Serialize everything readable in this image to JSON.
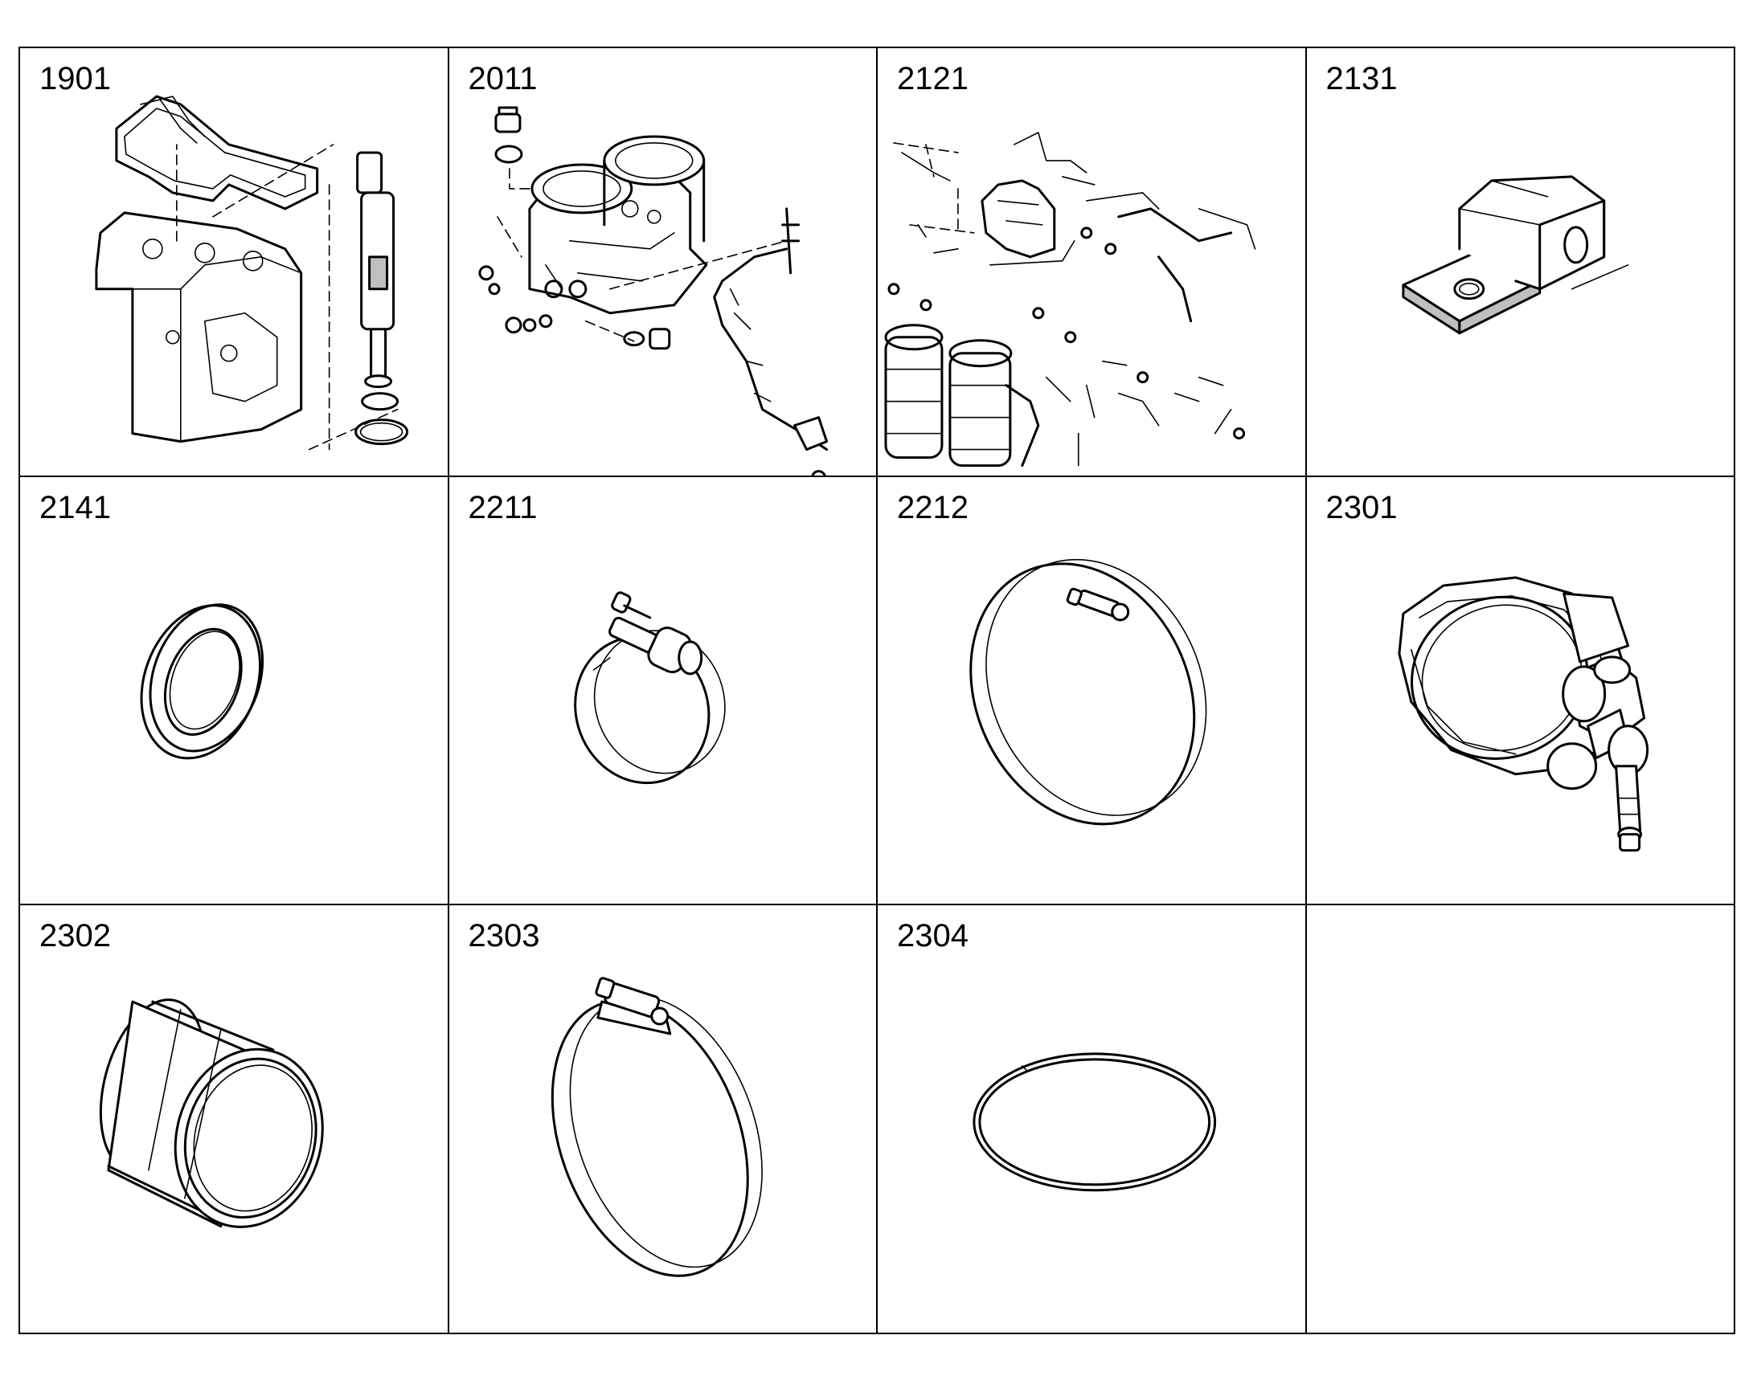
{
  "cells": [
    {
      "number": "1901",
      "icon": "cylinder-head-injector-assembly-icon"
    },
    {
      "number": "2011",
      "icon": "pump-housing-fuel-line-icon"
    },
    {
      "number": "2121",
      "icon": "fuel-filter-lines-assembly-icon"
    },
    {
      "number": "2131",
      "icon": "bracket-clamp-icon"
    },
    {
      "number": "2141",
      "icon": "sealing-ring-icon"
    },
    {
      "number": "2211",
      "icon": "hose-clamp-small-icon"
    },
    {
      "number": "2212",
      "icon": "hose-clamp-large-icon"
    },
    {
      "number": "2301",
      "icon": "v-band-clamp-icon"
    },
    {
      "number": "2302",
      "icon": "sleeve-icon"
    },
    {
      "number": "2303",
      "icon": "worm-drive-clamp-icon"
    },
    {
      "number": "2304",
      "icon": "o-ring-icon"
    },
    {
      "number": "",
      "icon": ""
    }
  ]
}
